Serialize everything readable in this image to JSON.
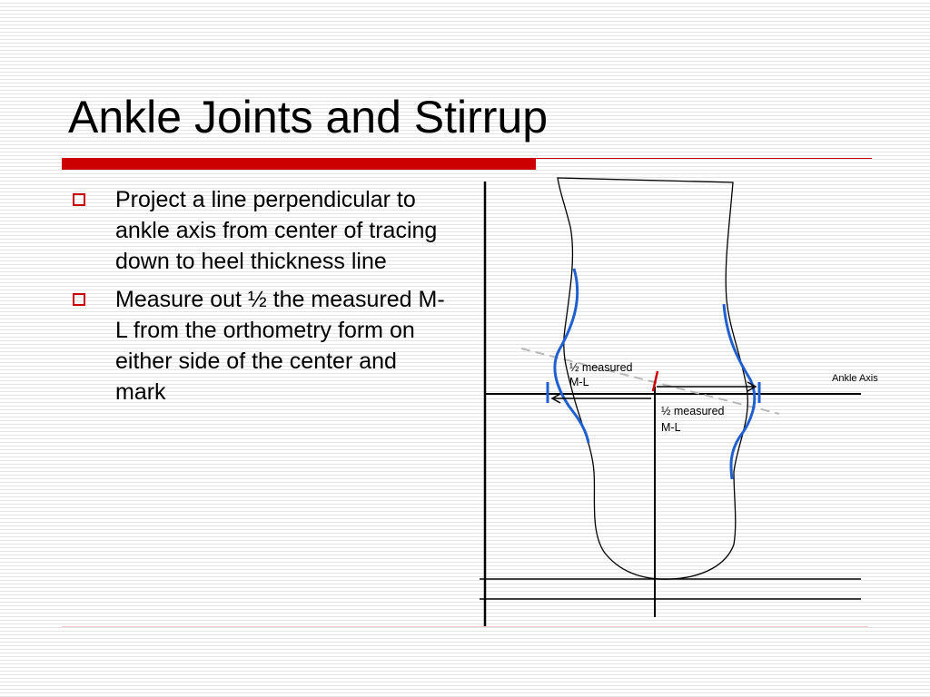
{
  "slide": {
    "title": "Ankle Joints and Stirrup",
    "accent_color": "#cc0000",
    "bullets": [
      "Project a line perpendicular to ankle axis from center of tracing down to heel thickness line",
      "Measure out ½ the measured M-L from the orthometry form on either side of the center and mark"
    ]
  },
  "diagram": {
    "labels": {
      "half_ml_left_1": "½ measured",
      "half_ml_left_2": "M-L",
      "half_ml_right_1": "½ measured",
      "half_ml_right_2": "M-L",
      "ankle_axis": "Ankle Axis"
    },
    "colors": {
      "outline": "#000000",
      "ml_marks": "#1f5fd0",
      "center_mark": "#cc0000",
      "ankle_axis_dashed": "#b8b8b8"
    }
  }
}
